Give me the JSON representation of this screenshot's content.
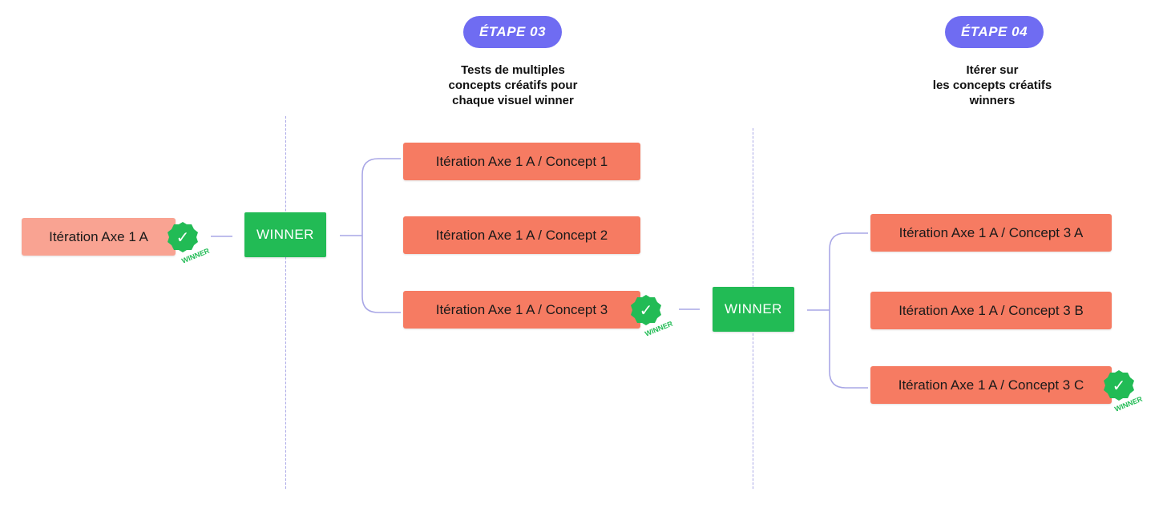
{
  "stage3": {
    "label": "ÉTAPE 03",
    "description": [
      "Tests de multiples",
      "concepts créatifs pour",
      "chaque visuel winner"
    ]
  },
  "stage4": {
    "label": "ÉTAPE 04",
    "description": [
      "Itérer sur",
      "les concepts créatifs",
      "winners"
    ]
  },
  "start_node": "Itération Axe 1 A",
  "winner_label": "WINNER",
  "concepts": [
    "Itération Axe 1 A / Concept 1",
    "Itération Axe 1 A / Concept 2",
    "Itération Axe 1 A / Concept 3"
  ],
  "variants": [
    "Itération Axe 1 A / Concept 3 A",
    "Itération Axe 1 A / Concept 3 B",
    "Itération Axe 1 A / Concept 3 C"
  ],
  "badge": {
    "text": "WINNER",
    "check": "✓",
    "icon": "winner-check-badge-icon"
  },
  "colors": {
    "pill": "#6f6cf2",
    "box_light": "#f9a392",
    "box_main": "#f67b62",
    "winner": "#22bb55",
    "connector": "#a9a7e6"
  }
}
